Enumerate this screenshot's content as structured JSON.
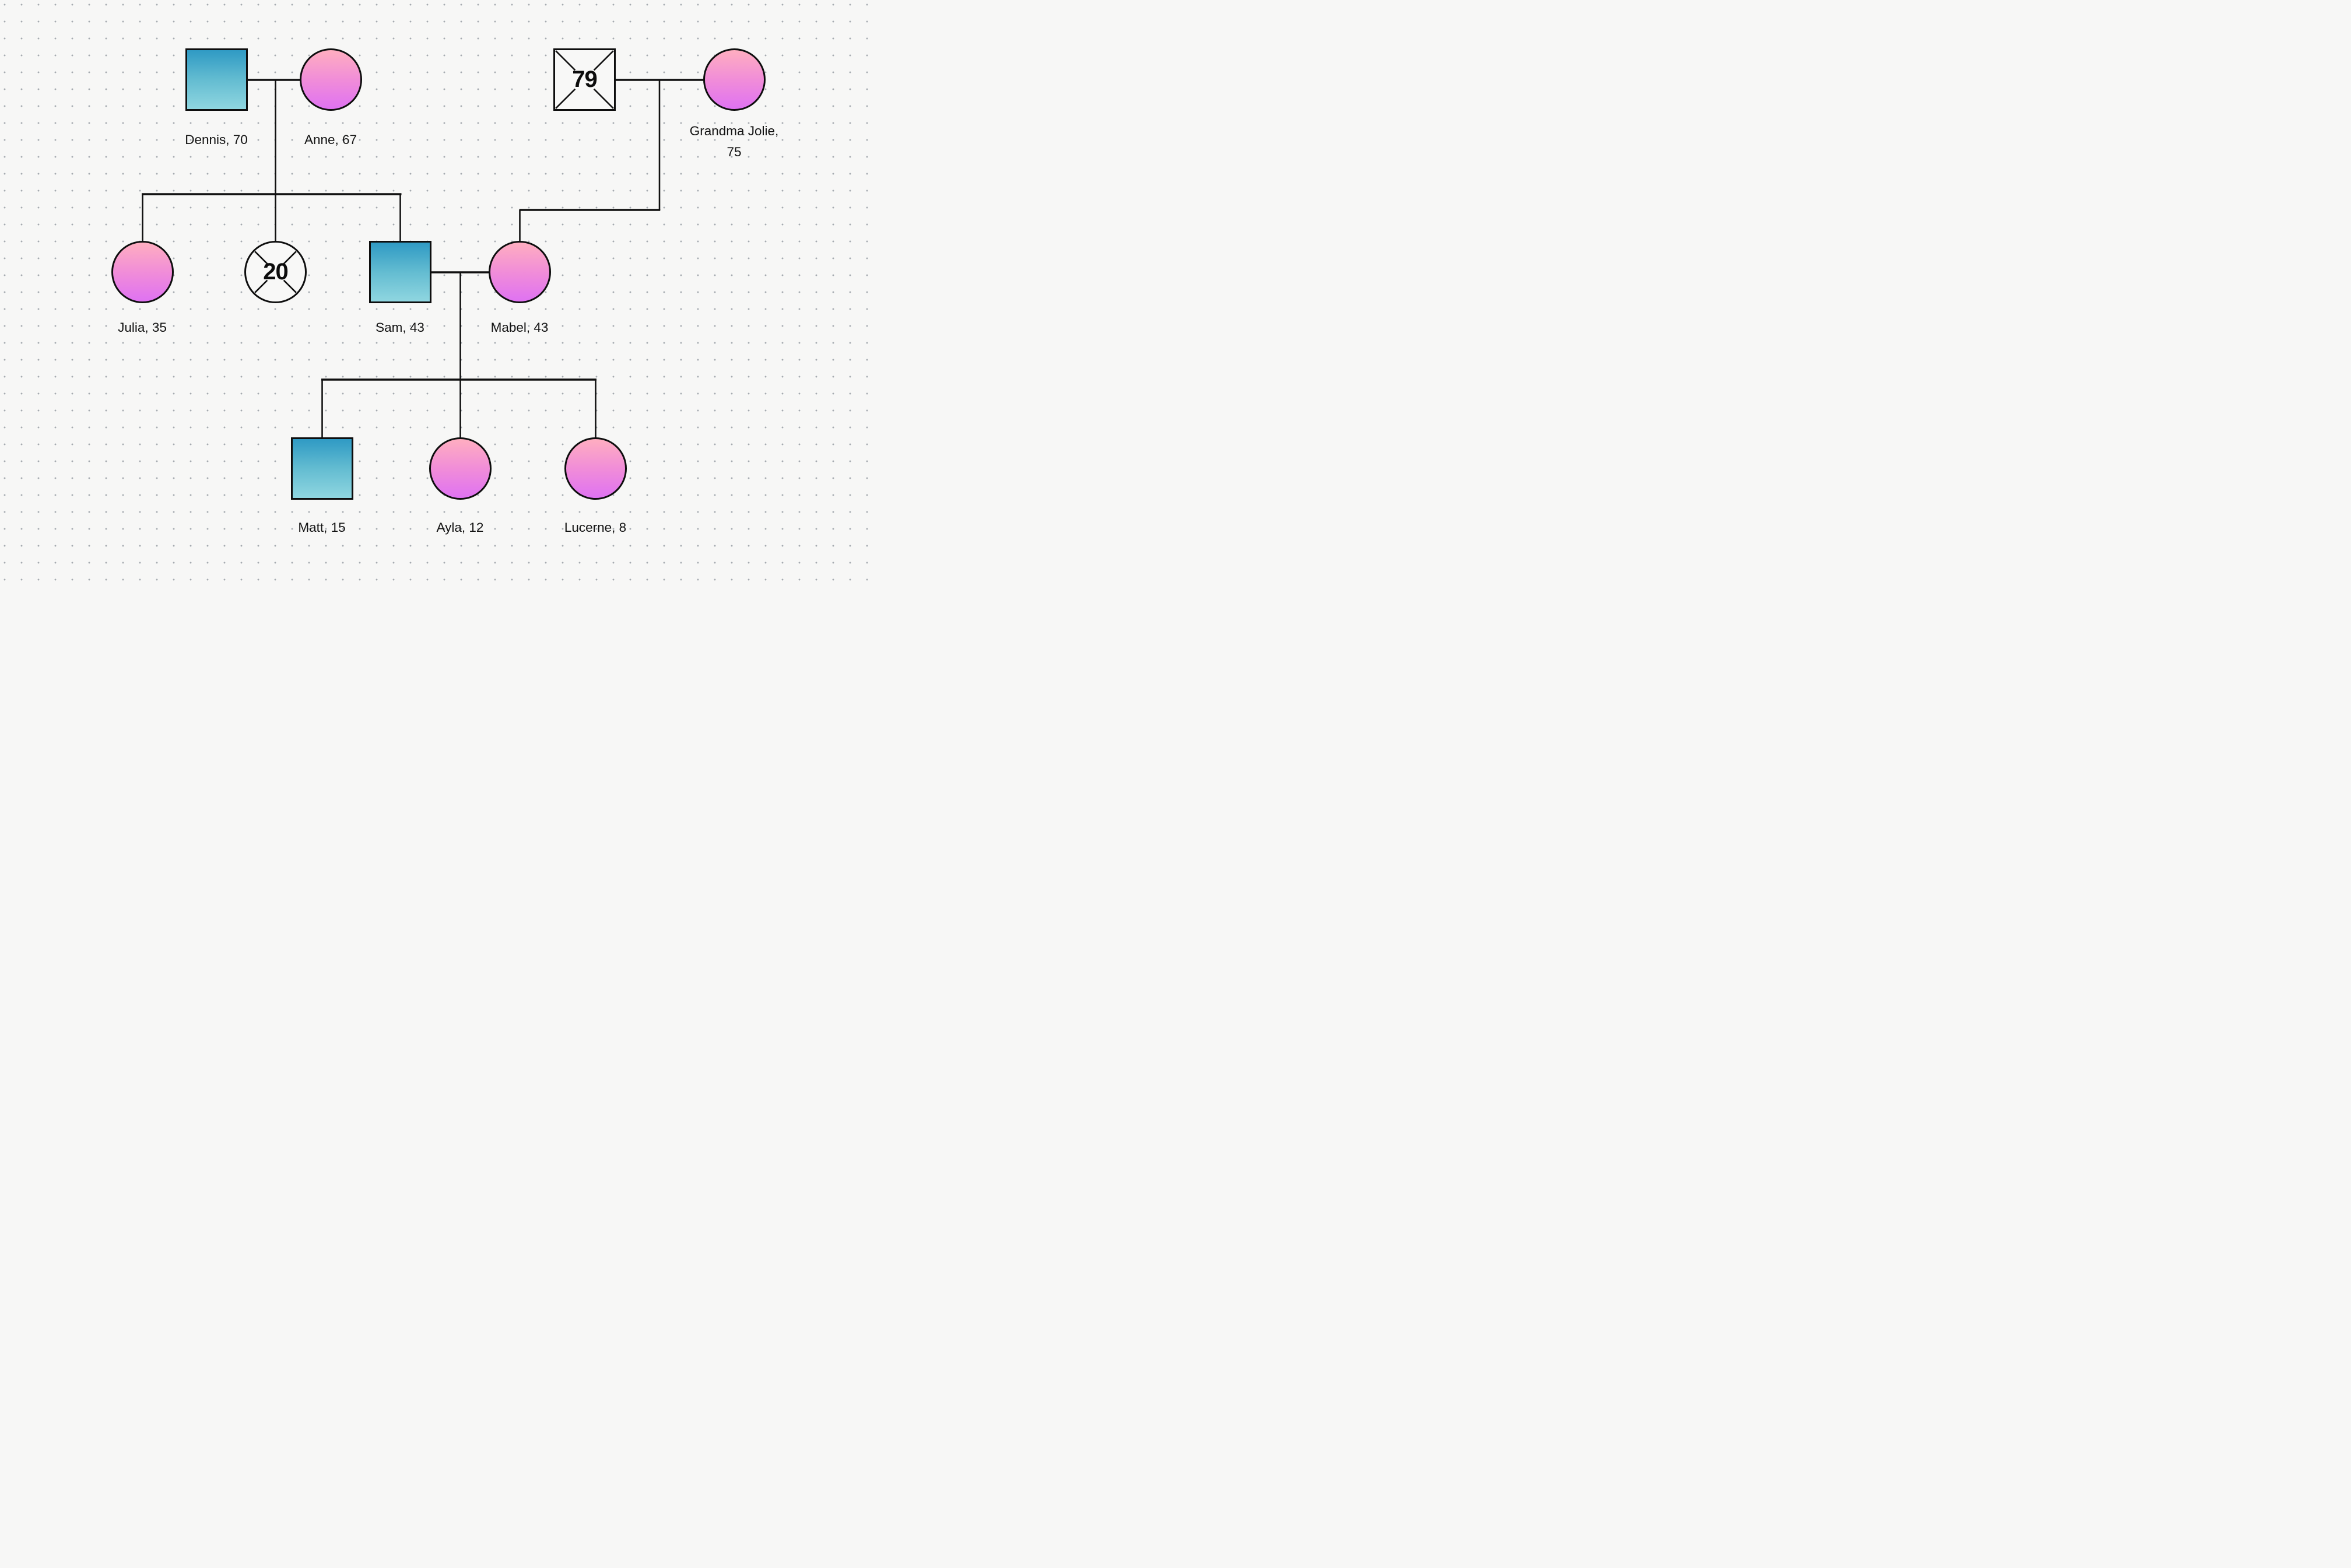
{
  "diagram_type": "family-tree-genogram",
  "canvas": {
    "background_color": "#f7f7f6",
    "dot_grid_color": "#a6abb1",
    "line_color": "#101010"
  },
  "styles": {
    "male_fill_top": "#2f9ac4",
    "male_fill_bottom": "#8fd6e0",
    "female_fill_top": "#ffaec0",
    "female_fill_bottom": "#df72f2",
    "outline_color": "#0e0e0e",
    "deceased_fill": "#f8f8f7"
  },
  "people": {
    "dennis": {
      "name": "Dennis, 70"
    },
    "anne": {
      "name": "Anne, 67"
    },
    "grandfather_deceased": {
      "death_age": "79"
    },
    "grandma_jolie": {
      "name_line1": "Grandma Jolie,",
      "name_line2": "75"
    },
    "julia": {
      "name": "Julia, 35"
    },
    "sibling_deceased": {
      "death_age": "20"
    },
    "sam": {
      "name": "Sam, 43"
    },
    "mabel": {
      "name": "Mabel, 43"
    },
    "matt": {
      "name": "Matt, 15"
    },
    "ayla": {
      "name": "Ayla, 12"
    },
    "lucerne": {
      "name": "Lucerne, 8"
    }
  },
  "relationships": {
    "couples": [
      "Dennis — Anne",
      "Deceased grandfather (79) — Grandma Jolie",
      "Sam — Mabel"
    ],
    "children_of_dennis_and_anne": [
      "Julia",
      "Deceased sibling (20)",
      "Sam"
    ],
    "children_of_grandfather_and_jolie": [
      "Mabel"
    ],
    "children_of_sam_and_mabel": [
      "Matt",
      "Ayla",
      "Lucerne"
    ]
  }
}
